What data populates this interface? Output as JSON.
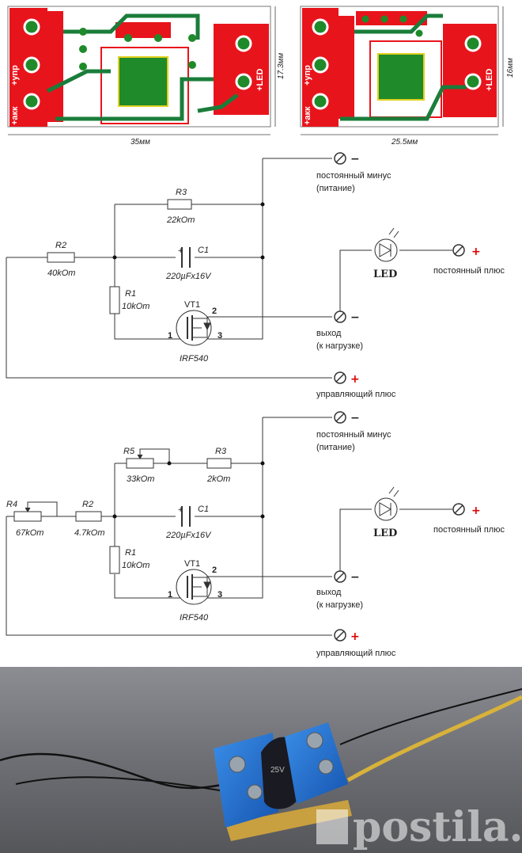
{
  "pcb": {
    "left": {
      "width": "35мм",
      "height": "17.3мм",
      "labels": [
        "+упр",
        "+акк",
        "+LED"
      ]
    },
    "right": {
      "width": "25.5мм",
      "height": "16мм",
      "labels": [
        "+упр",
        "+акк",
        "+LED"
      ]
    }
  },
  "schematic1": {
    "r3": {
      "name": "R3",
      "value": "22kOm"
    },
    "r2": {
      "name": "R2",
      "value": "40kOm"
    },
    "r1": {
      "name": "R1",
      "value": "10kOm"
    },
    "c1": {
      "name": "C1",
      "value": "220µFx16V",
      "plus": "+"
    },
    "vt1": {
      "name": "VT1",
      "part": "IRF540",
      "pin1": "1",
      "pin2": "2",
      "pin3": "3"
    },
    "led": "LED",
    "t_minus": {
      "label1": "постоянный минус",
      "label2": "(питание)",
      "sign": "−"
    },
    "t_out": {
      "label1": "выход",
      "label2": "(к нагрузке)",
      "sign": "−"
    },
    "t_plus": {
      "label": "постоянный плюс",
      "sign": "+"
    },
    "t_ctrl": {
      "label": "управляющий плюс",
      "sign": "+"
    }
  },
  "schematic2": {
    "r5": {
      "name": "R5",
      "value": "33kOm"
    },
    "r3": {
      "name": "R3",
      "value": "2kOm"
    },
    "r4": {
      "name": "R4",
      "value": "67kOm"
    },
    "r2": {
      "name": "R2",
      "value": "4.7kOm"
    },
    "r1": {
      "name": "R1",
      "value": "10kOm"
    },
    "c1": {
      "name": "C1",
      "value": "220µFx16V",
      "plus": "+"
    },
    "vt1": {
      "name": "VT1",
      "part": "IRF540",
      "pin1": "1",
      "pin2": "2",
      "pin3": "3"
    },
    "led": "LED",
    "t_minus": {
      "label1": "постоянный минус",
      "label2": "(питание)",
      "sign": "−"
    },
    "t_out": {
      "label1": "выход",
      "label2": "(к нагрузке)",
      "sign": "−"
    },
    "t_plus": {
      "label": "постоянный плюс",
      "sign": "+"
    },
    "t_ctrl": {
      "label": "управляющий плюс",
      "sign": "+"
    }
  },
  "photo": {
    "watermark": "postila.ru",
    "capacitor_text": "25V"
  },
  "colors": {
    "pcb_red": "#e8141c",
    "pcb_green": "#1f8a2a",
    "copper_green": "#1a7d3a",
    "blue_block": "#1e6fd0",
    "photo_bg": "#6b6c70"
  }
}
